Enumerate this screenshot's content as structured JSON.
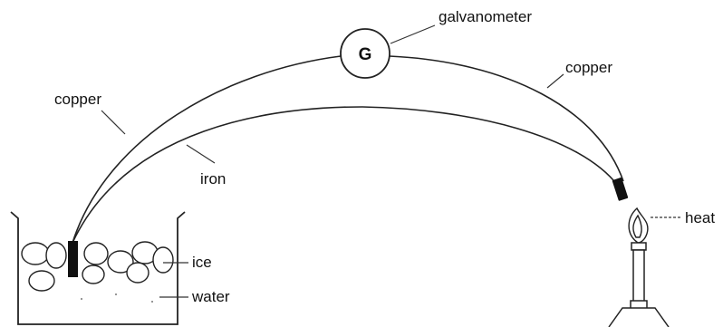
{
  "diagram": {
    "galvanometer_symbol": "G",
    "labels": {
      "galvanometer": "galvanometer",
      "copper_left": "copper",
      "copper_right": "copper",
      "iron": "iron",
      "ice": "ice",
      "water": "water",
      "heat": "heat"
    }
  }
}
